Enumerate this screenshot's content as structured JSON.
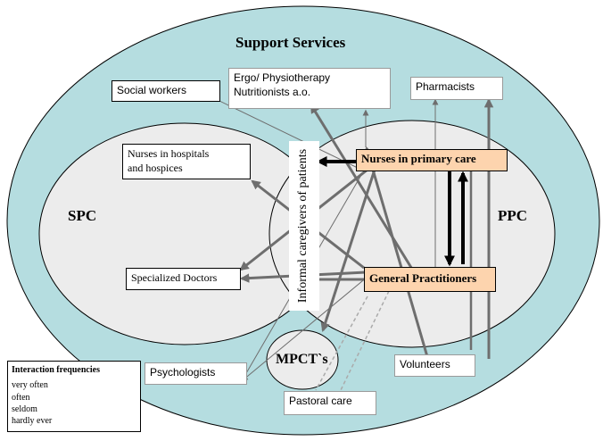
{
  "title": "Support Services",
  "regions": {
    "spc": "SPC",
    "ppc": "PPC",
    "mpct": "MPCT`s"
  },
  "informal": "Informal caregivers of patients",
  "nodes": {
    "social_workers": "Social workers",
    "ergo_line1": "Ergo/ Physiotherapy",
    "ergo_line2": "Nutritionists a.o.",
    "pharmacists": "Pharmacists",
    "nurses_hosp_line1": "Nurses in hospitals",
    "nurses_hosp_line2": "and hospices",
    "nurses_primary": "Nurses in primary care",
    "specialized_doctors": "Specialized Doctors",
    "general_practitioners": "General Practitioners",
    "psychologists": "Psychologists",
    "pastoral_care": "Pastoral care",
    "volunteers": "Volunteers"
  },
  "legend": {
    "title": "Interaction frequencies",
    "items": [
      {
        "label": "very often",
        "style": "very-often"
      },
      {
        "label": "often",
        "style": "often"
      },
      {
        "label": "seldom",
        "style": "seldom"
      },
      {
        "label": "hardly ever",
        "style": "hardly-ever"
      }
    ]
  },
  "colors": {
    "outer_fill": "#b5dde0",
    "inner_fill": "#ececec",
    "highlight_fill": "#fdd4ae",
    "arrow_dark": "#000000",
    "arrow_gray": "#6e6e6e",
    "arrow_light": "#aaaaaa"
  }
}
